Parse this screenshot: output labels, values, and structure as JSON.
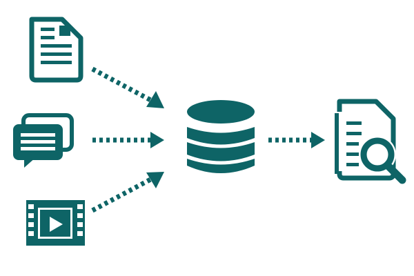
{
  "colors": {
    "primary": "#0e6466",
    "background": "#ffffff"
  },
  "diagram": {
    "sources": [
      {
        "icon": "document-icon"
      },
      {
        "icon": "chat-bubbles-icon"
      },
      {
        "icon": "video-film-icon"
      }
    ],
    "hub": {
      "icon": "database-icon"
    },
    "target": {
      "icon": "document-search-icon"
    },
    "connectors": [
      {
        "from": "document-icon",
        "to": "database-icon",
        "style": "dotted-arrow"
      },
      {
        "from": "chat-bubbles-icon",
        "to": "database-icon",
        "style": "dotted-arrow"
      },
      {
        "from": "video-film-icon",
        "to": "database-icon",
        "style": "dotted-arrow"
      },
      {
        "from": "database-icon",
        "to": "document-search-icon",
        "style": "dotted-arrow"
      }
    ]
  }
}
